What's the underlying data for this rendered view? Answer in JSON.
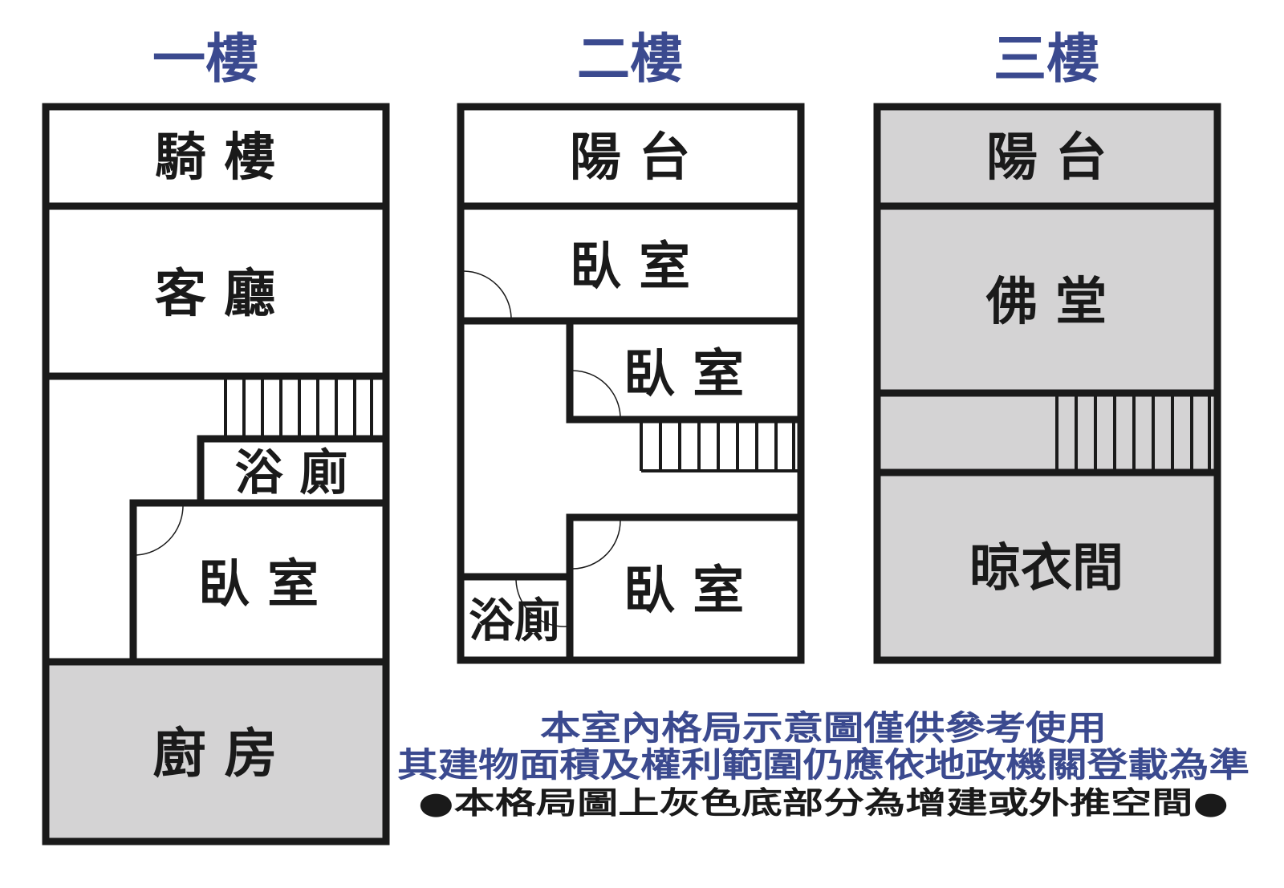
{
  "floors": [
    {
      "title": "一樓",
      "rooms": {
        "arcade": "騎 樓",
        "living": "客 廳",
        "bath": "浴 廁",
        "bedroom": "臥 室",
        "kitchen": "廚 房"
      }
    },
    {
      "title": "二樓",
      "rooms": {
        "balcony": "陽 台",
        "bedroom1": "臥 室",
        "bedroom2": "臥 室",
        "bedroom3": "臥 室",
        "bath": "浴廁"
      }
    },
    {
      "title": "三樓",
      "rooms": {
        "balcony": "陽 台",
        "shrine": "佛 堂",
        "laundry": "晾衣間"
      }
    }
  ],
  "notes": {
    "line1": "本室內格局示意圖僅供參考使用",
    "line2": "其建物面積及權利範圍仍應依地政機關登載為準",
    "line3": "●本格局圖上灰色底部分為增建或外推空間●"
  },
  "colors": {
    "title": "#3b4a8f",
    "wall": "#1a1a1a",
    "added_space": "#d4d3d4",
    "background": "#ffffff"
  }
}
